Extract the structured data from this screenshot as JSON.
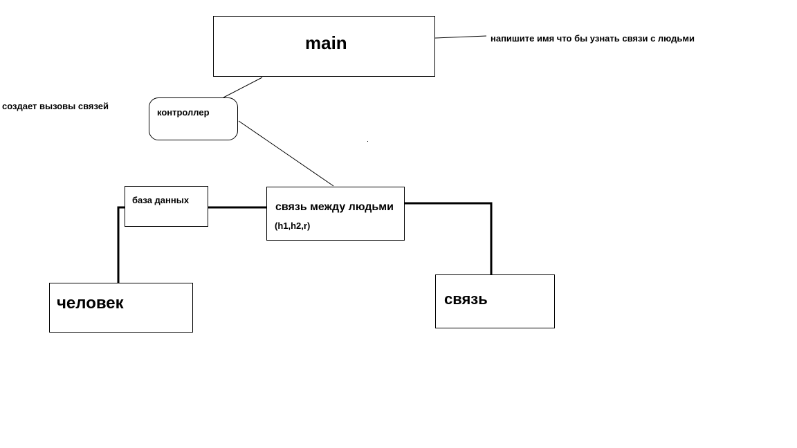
{
  "nodes": {
    "main": {
      "label": "main"
    },
    "controller": {
      "label": "контроллер"
    },
    "database": {
      "label": "база данных"
    },
    "relationship": {
      "label": "связь между людьми",
      "params": "(h1,h2,r)"
    },
    "person": {
      "label": "человек"
    },
    "link": {
      "label": "связь"
    }
  },
  "annotations": {
    "hint": "напишите имя что бы узнать связи с людьми",
    "creates": "создает вызовы связей"
  },
  "edges": [
    {
      "from": "main",
      "to": "controller",
      "style": "thin"
    },
    {
      "from": "controller",
      "to": "relationship",
      "style": "thin"
    },
    {
      "from": "database",
      "to": "relationship",
      "style": "thick"
    },
    {
      "from": "database",
      "to": "person",
      "style": "thick"
    },
    {
      "from": "relationship",
      "to": "link",
      "style": "thick"
    },
    {
      "from": "main",
      "to": "hint",
      "style": "thin"
    }
  ],
  "colors": {
    "line": "#000000",
    "background": "#ffffff"
  }
}
